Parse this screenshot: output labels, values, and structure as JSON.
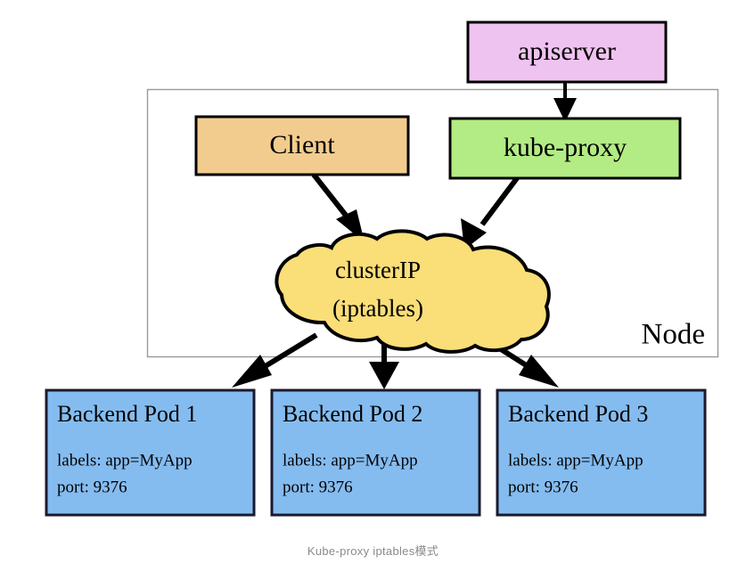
{
  "diagram": {
    "caption": "Kube-proxy iptables模式",
    "node_label": "Node",
    "colors": {
      "apiserver_fill": "#efc3f0",
      "client_fill": "#f2cc8f",
      "kubeproxy_fill": "#b3ec85",
      "cloud_fill": "#fade78",
      "pod_fill": "#85bcf0",
      "stroke": "#000000",
      "node_border": "#9a9a9a",
      "caption_color": "#8a8a8a",
      "background": "#ffffff"
    },
    "nodes": {
      "apiserver": {
        "label": "apiserver"
      },
      "client": {
        "label": "Client"
      },
      "kube_proxy": {
        "label": "kube-proxy"
      },
      "cluster_ip": {
        "line1": "clusterIP",
        "line2": "(iptables)"
      }
    },
    "pods": [
      {
        "title": "Backend Pod 1",
        "labels": "labels: app=MyApp",
        "port": "port: 9376"
      },
      {
        "title": "Backend Pod 2",
        "labels": "labels: app=MyApp",
        "port": "port: 9376"
      },
      {
        "title": "Backend Pod 3",
        "labels": "labels: app=MyApp",
        "port": "port: 9376"
      }
    ],
    "edges": [
      {
        "from": "apiserver",
        "to": "kube-proxy"
      },
      {
        "from": "client",
        "to": "clusterIP"
      },
      {
        "from": "kube-proxy",
        "to": "clusterIP"
      },
      {
        "from": "clusterIP",
        "to": "Backend Pod 1"
      },
      {
        "from": "clusterIP",
        "to": "Backend Pod 2"
      },
      {
        "from": "clusterIP",
        "to": "Backend Pod 3"
      }
    ]
  }
}
